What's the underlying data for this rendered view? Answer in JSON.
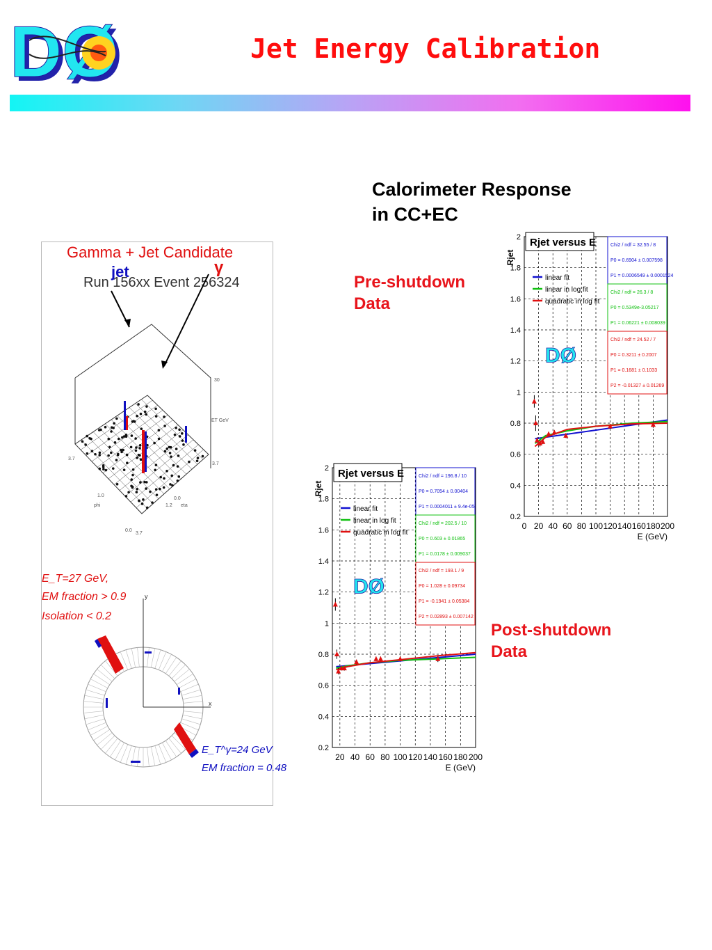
{
  "slide": {
    "title": "Jet Energy Calibration",
    "calorimeter_heading_line1": "Calorimeter Response",
    "calorimeter_heading_line2": "in CC+EC",
    "pre_label_line1": "Pre-shutdown",
    "pre_label_line2": "Data",
    "post_label_line1": "Post-shutdown",
    "post_label_line2": "Data",
    "colors": {
      "title": "#ff0d0d",
      "bar_start": "#13f5f4",
      "bar_end": "#ff10ee",
      "label_red": "#e8141b"
    }
  },
  "logo": {
    "text": "DØ",
    "icon": "d0-experiment-logo"
  },
  "event_display": {
    "title": "Gamma + Jet Candidate",
    "run_text": "Run 156xx Event 256324",
    "jet_label": "jet",
    "gamma_label": "γ",
    "lego_axis_max": "30",
    "lego_axis_unit": "ET GeV",
    "lego_tick_left": "3.7",
    "lego_tick_right": "3.7",
    "lego_tick_bottom1": "0.0",
    "lego_tick_bottom2": "3.7",
    "lego_phi": "phi",
    "lego_eta": "eta",
    "lego_tick_mid": "0.0",
    "lego_tick_mid2": "1.2",
    "lego_tick_low": "1.0",
    "jet_text_line1": "E_T=27 GeV,",
    "jet_text_line2": "EM fraction > 0.9",
    "jet_text_line3": "Isolation < 0.2",
    "gamma_text_line1": "E_T^γ=24 GeV",
    "gamma_text_line2": "EM fraction = 0.48",
    "axis_x": "x",
    "axis_y": "y"
  },
  "chart_data": [
    {
      "type": "scatter",
      "title": "Rjet versus E",
      "xlabel": "E (GeV)",
      "ylabel": "Rjet",
      "xlim": [
        0,
        200
      ],
      "ylim": [
        0.2,
        2
      ],
      "x_ticks": [
        0,
        20,
        40,
        60,
        80,
        100,
        120,
        140,
        160,
        180,
        200
      ],
      "y_ticks": [
        0.2,
        0.4,
        0.6,
        0.8,
        1,
        1.2,
        1.4,
        1.6,
        1.8,
        2
      ],
      "grid": true,
      "legend_position": "top-left",
      "legend": [
        "linear fit",
        "linear in log fit",
        "quadratic in log fit"
      ],
      "points": [
        {
          "x": 14,
          "y": 0.94,
          "err": 0.04
        },
        {
          "x": 16,
          "y": 0.8,
          "err": 0.05
        },
        {
          "x": 18,
          "y": 0.69,
          "err": 0.02
        },
        {
          "x": 22,
          "y": 0.67,
          "err": 0.02
        },
        {
          "x": 26,
          "y": 0.68,
          "err": 0.015
        },
        {
          "x": 34,
          "y": 0.73,
          "err": 0.015
        },
        {
          "x": 42,
          "y": 0.74,
          "err": 0.015
        },
        {
          "x": 58,
          "y": 0.72,
          "err": 0.015
        },
        {
          "x": 120,
          "y": 0.78,
          "err": 0.015
        },
        {
          "x": 180,
          "y": 0.79,
          "err": 0.02
        }
      ],
      "series": [
        {
          "name": "linear fit",
          "color": "#1010d0",
          "x": [
            15,
            200
          ],
          "y": [
            0.7,
            0.82
          ]
        },
        {
          "name": "linear in log fit",
          "color": "#10c010",
          "x": [
            15,
            30,
            60,
            100,
            150,
            200
          ],
          "y": [
            0.67,
            0.72,
            0.75,
            0.78,
            0.8,
            0.81
          ]
        },
        {
          "name": "quadratic in log fit",
          "color": "#e01010",
          "x": [
            15,
            30,
            60,
            100,
            150,
            200
          ],
          "y": [
            0.65,
            0.71,
            0.76,
            0.78,
            0.795,
            0.8
          ]
        }
      ],
      "stats": [
        {
          "color": "#1010d0",
          "lines": [
            "Chi2 / ndf = 32.55 / 8",
            "P0      = 0.6904 ± 0.007598",
            "P1      = 0.0006549 ± 0.0001524"
          ]
        },
        {
          "color": "#10c010",
          "lines": [
            "Chi2 / ndf =  26.3 / 8",
            "P0      = 0.5349e-3.05217",
            "P1      = 0.06221 ± 0.008039"
          ]
        },
        {
          "color": "#e01010",
          "lines": [
            "Chi2 / ndf = 24.52 / 7",
            "P0      = 0.3211 ± 0.2007",
            "P1      = 0.1681 ± 0.1033",
            "P2      = -0.01327 ± 0.01269"
          ]
        }
      ]
    },
    {
      "type": "scatter",
      "title": "Rjet versus E",
      "xlabel": "E (GeV)",
      "ylabel": "Rjet",
      "xlim": [
        10,
        200
      ],
      "ylim": [
        0.2,
        2
      ],
      "x_ticks": [
        20,
        40,
        60,
        80,
        100,
        120,
        140,
        160,
        180,
        200
      ],
      "y_ticks": [
        0.2,
        0.4,
        0.6,
        0.8,
        1,
        1.2,
        1.4,
        1.6,
        1.8,
        2
      ],
      "grid": true,
      "legend_position": "top-left",
      "legend": [
        "linear fit",
        "linear in log fit",
        "quadratic in log fit"
      ],
      "points": [
        {
          "x": 14,
          "y": 1.12,
          "err": 0.04
        },
        {
          "x": 16,
          "y": 0.8,
          "err": 0.03
        },
        {
          "x": 18,
          "y": 0.69,
          "err": 0.02
        },
        {
          "x": 22,
          "y": 0.71,
          "err": 0.015
        },
        {
          "x": 26,
          "y": 0.71,
          "err": 0.015
        },
        {
          "x": 42,
          "y": 0.75,
          "err": 0.015
        },
        {
          "x": 68,
          "y": 0.77,
          "err": 0.015
        },
        {
          "x": 74,
          "y": 0.77,
          "err": 0.015
        },
        {
          "x": 100,
          "y": 0.77,
          "err": 0.015
        },
        {
          "x": 150,
          "y": 0.77,
          "err": 0.02
        }
      ],
      "series": [
        {
          "name": "linear fit",
          "color": "#1010d0",
          "x": [
            15,
            200
          ],
          "y": [
            0.72,
            0.8
          ]
        },
        {
          "name": "linear in log fit",
          "color": "#10c010",
          "x": [
            15,
            30,
            60,
            100,
            150,
            200
          ],
          "y": [
            0.71,
            0.725,
            0.745,
            0.76,
            0.77,
            0.78
          ]
        },
        {
          "name": "quadratic in log fit",
          "color": "#e01010",
          "x": [
            15,
            30,
            60,
            100,
            150,
            200
          ],
          "y": [
            0.7,
            0.72,
            0.745,
            0.765,
            0.79,
            0.81
          ]
        }
      ],
      "stats": [
        {
          "color": "#1010d0",
          "lines": [
            "Chi2 / ndf = 196.8 / 10",
            "P0      = 0.7054 ± 0.00404",
            "P1      = 0.0004011 ± 9.4e-05"
          ]
        },
        {
          "color": "#10c010",
          "lines": [
            "Chi2 / ndf = 202.5 / 10",
            "P0      = 0.603 ± 0.01865",
            "P1      = 0.0178 ± 0.009037"
          ]
        },
        {
          "color": "#e01010",
          "lines": [
            "Chi2 / ndf = 193.1 / 9",
            "P0      = 1.028 ± 0.09734",
            "P1      = -0.1941 ± 0.05384",
            "P2      = 0.02893 ± 0.007142"
          ]
        }
      ]
    }
  ]
}
